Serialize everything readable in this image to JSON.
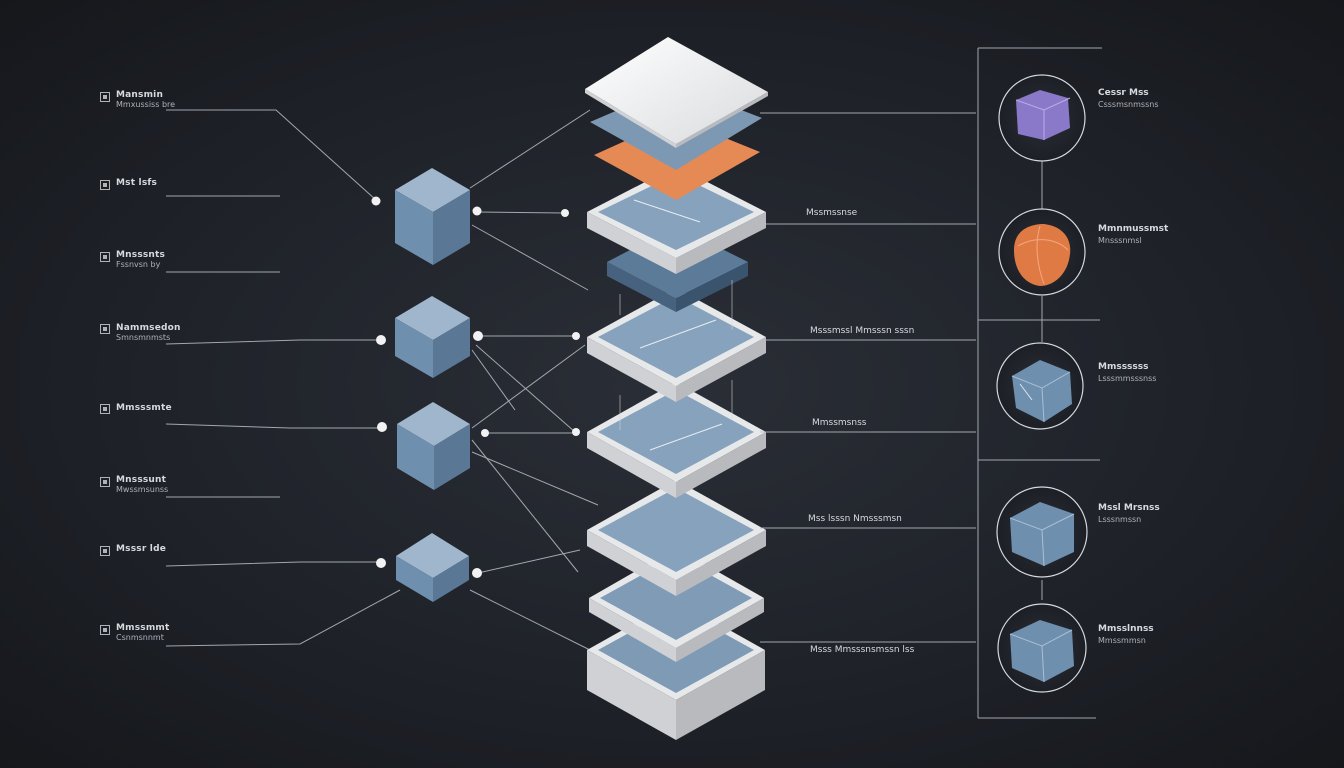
{
  "left_items": [
    {
      "title": "Mansmin",
      "subtitle": "Mmxussiss bre",
      "desc": "",
      "icon": "square-icon"
    },
    {
      "title": "Mst lsfs",
      "subtitle": "",
      "desc": "",
      "icon": "square-icon"
    },
    {
      "title": "Mnsssnts",
      "subtitle": "Fssnvsn by",
      "desc": "",
      "icon": "square-icon"
    },
    {
      "title": "Nammsedon",
      "subtitle": "Smnsmnmsts",
      "desc": "",
      "icon": "square-icon"
    },
    {
      "title": "Mmsssmte",
      "subtitle": "",
      "desc": "",
      "icon": "square-icon"
    },
    {
      "title": "Mnsssunt",
      "subtitle": "Mwssmsunss",
      "desc": "",
      "icon": "square-icon"
    },
    {
      "title": "Msssr lde",
      "subtitle": "",
      "desc": "",
      "icon": "square-icon"
    },
    {
      "title": "Mmssmmt",
      "subtitle": "Csnmsnnmt",
      "desc": "",
      "icon": "square-icon"
    }
  ],
  "center_labels": [
    "Mssmssnse",
    "Msssmssl   Mmsssn sssn",
    "Mmssmsnss",
    "Mss lsssn   Nmsssmsn",
    "Msss Mmsssnsmssn lss"
  ],
  "right_items": [
    {
      "title": "Cessr Mss",
      "subtitle": "Csssmsnmssns",
      "desc": "",
      "color": "#8a78c8"
    },
    {
      "title": "Mmnmussmst",
      "subtitle": "Mnsssnmsl",
      "desc": "",
      "color": "#e07a45"
    },
    {
      "title": "Mmssssss",
      "subtitle": "Lsssmmsssnss",
      "desc": "",
      "color": "#6f8fae"
    },
    {
      "title": "Mssl Mrsnss",
      "subtitle": "Lsssnmssn",
      "desc": "",
      "color": "#6f8fae"
    },
    {
      "title": "Mmsslnnss",
      "subtitle": "Mmssmmsn",
      "desc": "",
      "color": "#6f8fae"
    }
  ],
  "colors": {
    "background": "#1f2229",
    "line": "#b9bec5",
    "cube_front": "#6f8fae",
    "cube_top": "#8fa9c2",
    "cube_side": "#55718e",
    "slab_white": "#ececec",
    "accent_orange": "#e07a45",
    "accent_purple": "#8a78c8"
  },
  "node_icons": [
    "cube-node-icon",
    "sphere-node-icon",
    "cube-node-icon",
    "cube-node-icon",
    "cube-node-icon"
  ]
}
